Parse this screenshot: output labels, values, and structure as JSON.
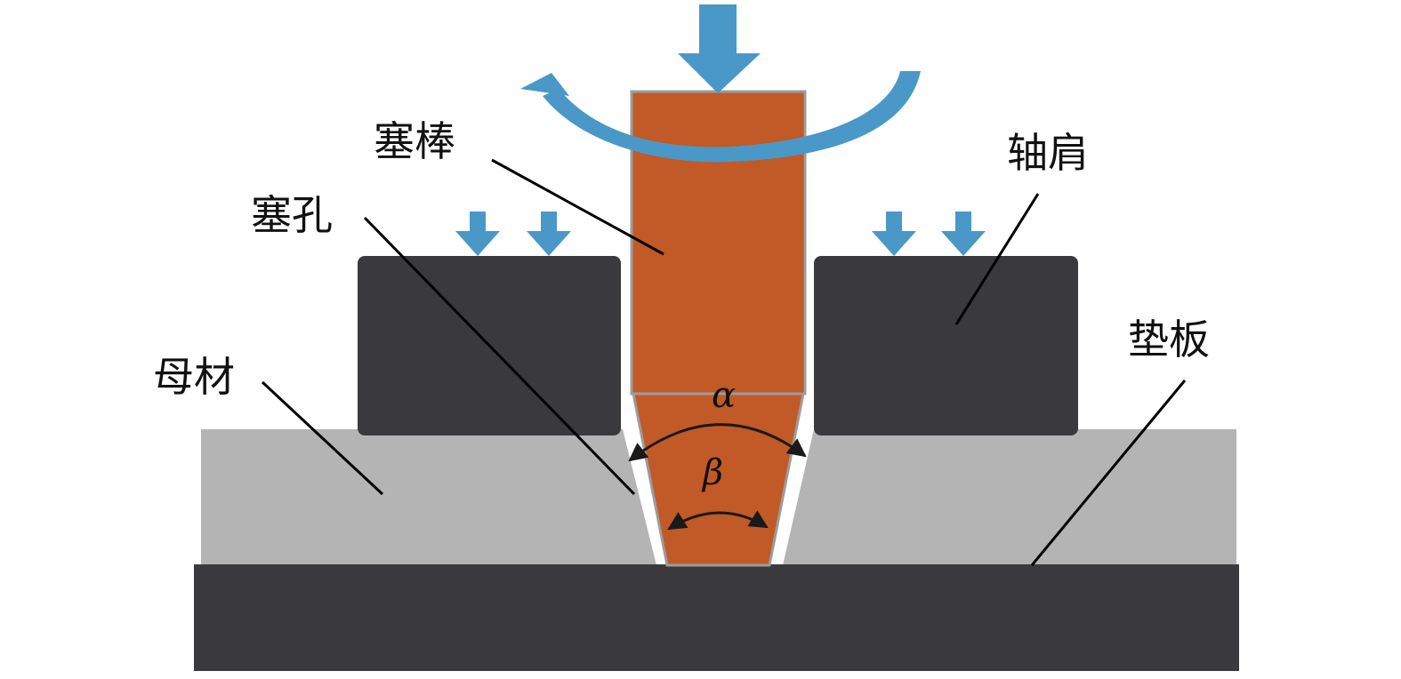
{
  "labels": {
    "plug_rod": "塞棒",
    "plug_hole": "塞孔",
    "shoulder": "轴肩",
    "base_material": "母材",
    "backing_plate": "垫板",
    "alpha": "α",
    "beta": "β"
  },
  "colors": {
    "rod": "#c15a27",
    "arrow": "#4a98c8",
    "dark": "#3a3a3e",
    "base": "#b5b4b5"
  }
}
